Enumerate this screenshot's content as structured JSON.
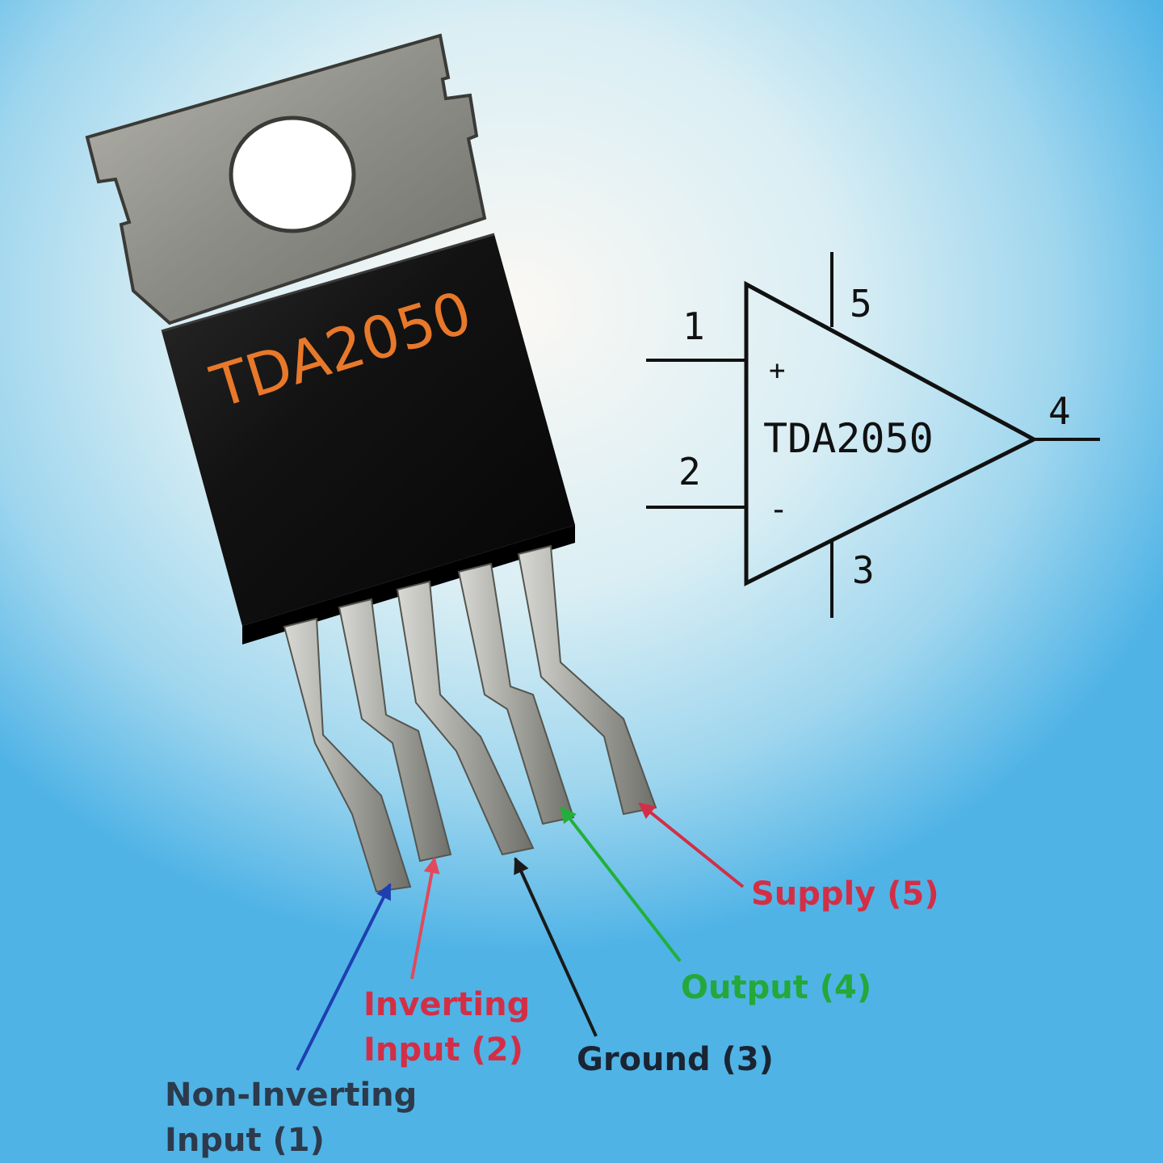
{
  "package": {
    "marking": "TDA2050",
    "marking_color": "#e8782a",
    "body_color": "#111111",
    "tab_color": "#8c8c86"
  },
  "symbol": {
    "label": "TDA2050",
    "pin_numbers": {
      "p1": "1",
      "p2": "2",
      "p3": "3",
      "p4": "4",
      "p5": "5"
    },
    "plus_sign": "+",
    "minus_sign": "-"
  },
  "pins": [
    {
      "label": "Non-Inverting\nInput (1)",
      "color": "#1f3fb0"
    },
    {
      "label": "Inverting\nInput (2)",
      "color": "#e04a5c"
    },
    {
      "label": "Ground (3)",
      "color": "#1a1a1a"
    },
    {
      "label": "Output (4)",
      "color": "#22b03a"
    },
    {
      "label": "Supply (5)",
      "color": "#d22f46"
    }
  ]
}
